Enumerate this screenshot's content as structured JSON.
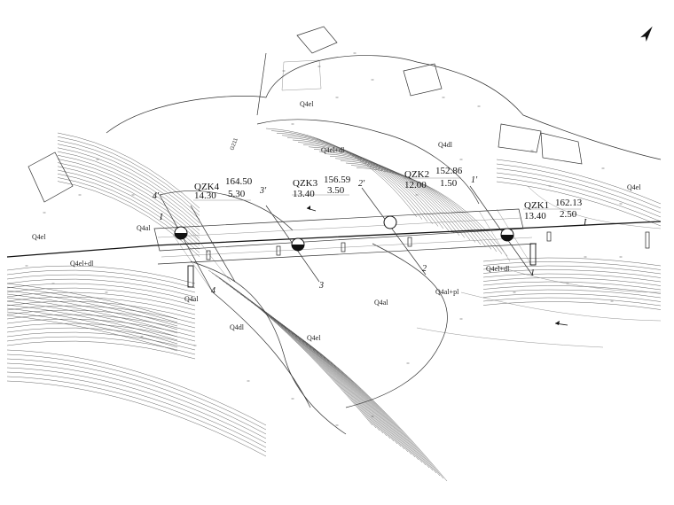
{
  "map": {
    "road_label": "G211",
    "boreholes": [
      {
        "id": "QZK4",
        "name": "QZK4",
        "elevation": "164.50",
        "depth_a": "14.30",
        "depth_b": "5.30"
      },
      {
        "id": "QZK3",
        "name": "QZK3",
        "elevation": "156.59",
        "depth_a": "13.40",
        "depth_b": "3.50"
      },
      {
        "id": "QZK2",
        "name": "QZK2",
        "elevation": "152.86",
        "depth_a": "12.00",
        "depth_b": "1.50"
      },
      {
        "id": "QZK1",
        "name": "QZK1",
        "elevation": "162.13",
        "depth_a": "13.40",
        "depth_b": "2.50"
      }
    ],
    "sections": [
      {
        "id": "s1",
        "start": "1'",
        "end": "1"
      },
      {
        "id": "s2",
        "start": "2'",
        "end": "2"
      },
      {
        "id": "s3",
        "start": "3'",
        "end": "3"
      },
      {
        "id": "s4",
        "start": "4'",
        "end": "4"
      }
    ],
    "axis_marks": [
      "I",
      "I"
    ],
    "geology_labels": [
      {
        "id": "g1",
        "text": "Q4el"
      },
      {
        "id": "g2",
        "text": "Q4al"
      },
      {
        "id": "g3",
        "text": "Q4el+dl"
      },
      {
        "id": "g4",
        "text": "Q4el"
      },
      {
        "id": "g5",
        "text": "Q4dl"
      },
      {
        "id": "g6",
        "text": "Q4el"
      },
      {
        "id": "g7",
        "text": "Q4al"
      },
      {
        "id": "g8",
        "text": "Q4al+pl"
      },
      {
        "id": "g9",
        "text": "Q4dl"
      },
      {
        "id": "g10",
        "text": "Q4el"
      },
      {
        "id": "g11",
        "text": "Q4el+dl"
      },
      {
        "id": "g12",
        "text": "Q4al"
      },
      {
        "id": "g13",
        "text": "Q4el+dl"
      }
    ],
    "icons": [
      "north-arrow-icon",
      "flow-direction-arrow-icon"
    ]
  }
}
